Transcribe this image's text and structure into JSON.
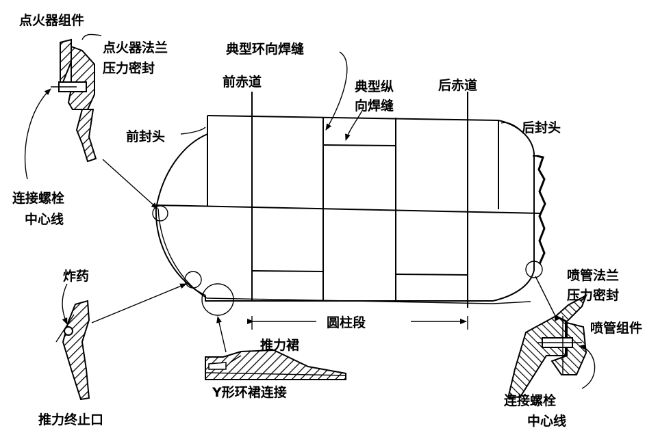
{
  "labels": {
    "igniter_assembly": "点火器组件",
    "igniter_flange_seal_1": "点火器法兰",
    "igniter_flange_seal_2": "压力密封",
    "typical_circ_weld": "典型环向焊缝",
    "fwd_equator": "前赤道",
    "typical_long_weld_1": "典型纵",
    "typical_long_weld_2": "向焊缝",
    "aft_equator": "后赤道",
    "fwd_dome": "前封头",
    "aft_dome": "后封头",
    "bolt_centerline_left_1": "连接螺栓",
    "bolt_centerline_left_2": "中心线",
    "explosive": "炸药",
    "nozzle_flange_seal_1": "喷管法兰",
    "nozzle_flange_seal_2": "压力密封",
    "nozzle_assembly": "喷管组件",
    "cylinder_section": "圆柱段",
    "thrust_skirt": "推力裙",
    "y_ring_skirt_joint": "Y形环裙连接",
    "bolt_centerline_right_1": "连接螺栓",
    "bolt_centerline_right_2": "中心线",
    "thrust_termination_port": "推力终止口"
  }
}
